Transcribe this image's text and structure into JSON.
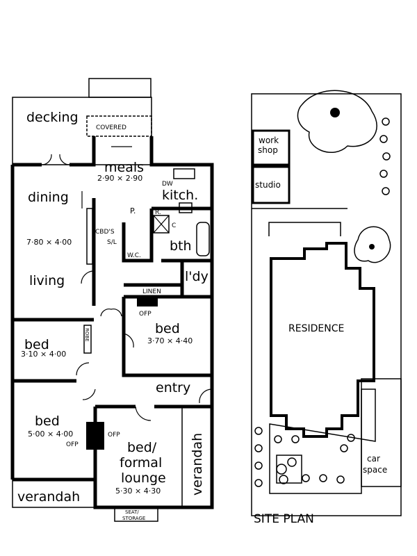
{
  "floor_plan": {
    "rooms": {
      "decking": "decking",
      "covered": "COVERED",
      "meals": "meals",
      "meals_dim": "2·90 × 2·90",
      "dw": "DW",
      "kitchen": "kitch.",
      "dining": "dining",
      "dining_dim": "7·80 × 4·00",
      "living": "living",
      "cbds": "CBD'S",
      "sl": "S/L",
      "wc": "W.C.",
      "pantry": "P.",
      "r": "R.",
      "c": "C",
      "bath": "bth",
      "laundry": "l'dy",
      "linen": "LINEN",
      "ofp_bed2": "OFP",
      "bed2": "bed",
      "bed2_dim": "3·70 × 4·40",
      "bed3": "bed",
      "bed3_dim": "3·10 × 4·00",
      "robe": "ROBE",
      "entry": "entry",
      "bed1": "bed",
      "bed1_dim": "5·00 × 4·00",
      "ofp_bed1": "OFP",
      "ofp_lounge": "OFP",
      "lounge_line1": "bed/",
      "lounge_line2": "formal",
      "lounge_line3": "lounge",
      "lounge_dim": "5·30 × 4·30",
      "verandah_side": "verandah",
      "verandah_front": "verandah",
      "seat_line1": "SEAT/",
      "seat_line2": "STORAGE"
    }
  },
  "site_plan": {
    "title": "SITE PLAN",
    "workshop_line1": "work",
    "workshop_line2": "shop",
    "studio": "studio",
    "residence": "RESIDENCE",
    "car_line1": "car",
    "car_line2": "space"
  }
}
